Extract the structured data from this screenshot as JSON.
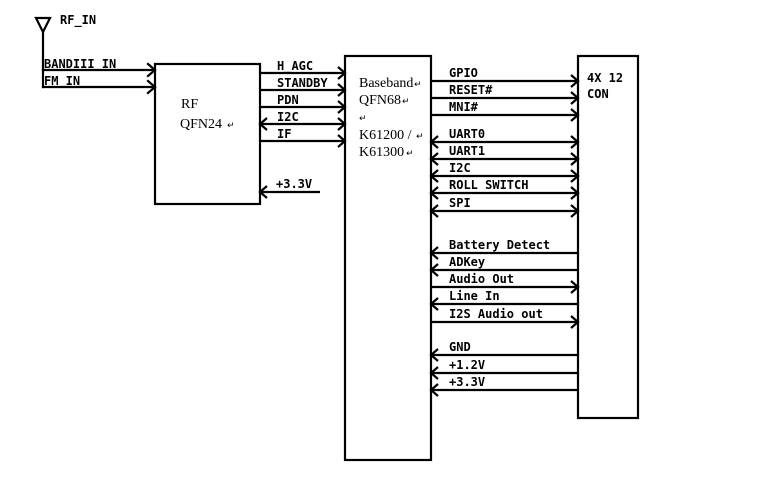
{
  "antenna": {
    "label": "RF_IN"
  },
  "rf_inputs": [
    "BANDIII IN",
    "FM IN"
  ],
  "rf_block": {
    "lines": [
      "RF",
      "QFN24"
    ]
  },
  "rf_baseband_signals": [
    "H_AGC",
    "STANDBY",
    "PDN",
    "I2C",
    "IF"
  ],
  "rf_supply": "+3.3V",
  "baseband_block": {
    "lines": [
      "Baseband",
      "QFN68",
      "",
      "K61200 /",
      "K61300"
    ]
  },
  "connector": {
    "lines": [
      "4X 12",
      "CON"
    ]
  },
  "bus_group_1": [
    "GPIO",
    "RESET#",
    "MNI#",
    "UART0",
    "UART1",
    "I2C",
    "ROLL SWITCH",
    "SPI"
  ],
  "bus_group_2": [
    "Battery Detect",
    "ADKey",
    "Audio Out",
    "Line In",
    "I2S Audio out"
  ],
  "bus_group_3": [
    "GND",
    "+1.2V",
    "+3.3V"
  ]
}
